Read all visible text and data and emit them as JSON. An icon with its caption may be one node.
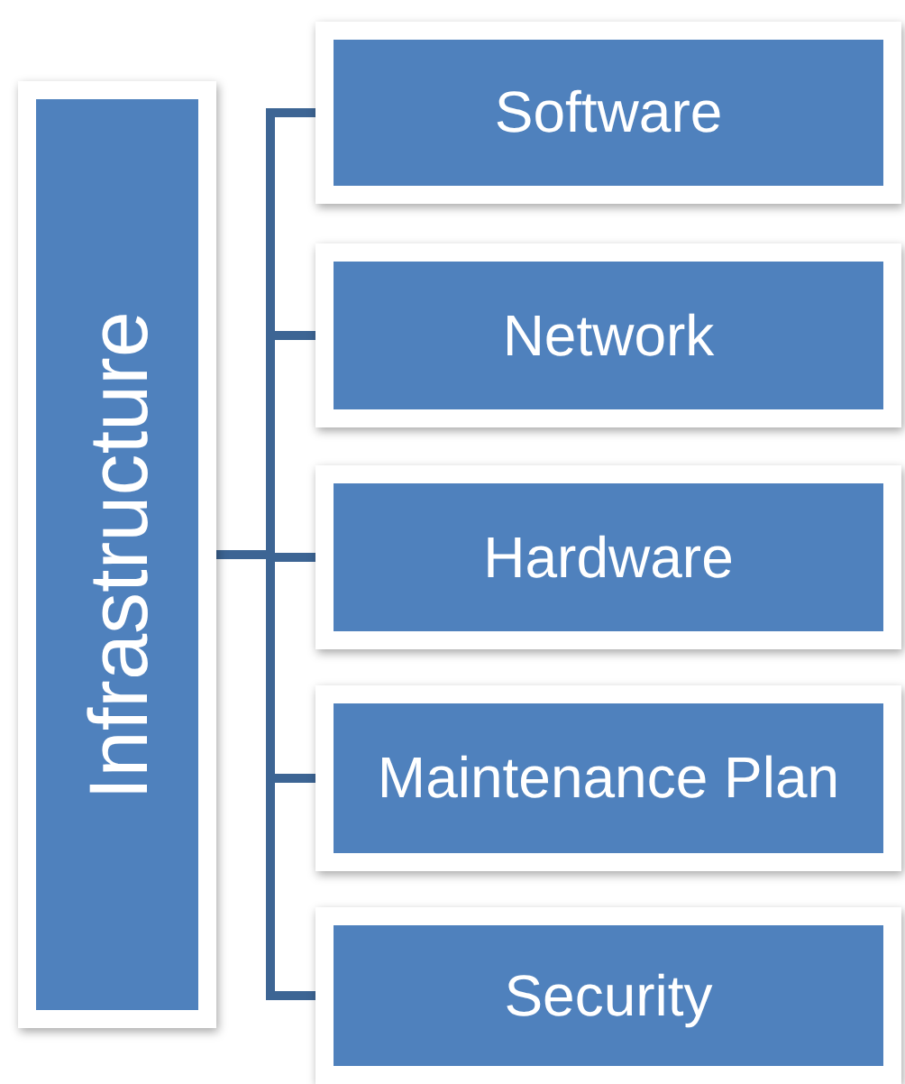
{
  "diagram": {
    "nodes": [
      {
        "text": [
          "Infrastructure"
        ]
      },
      {
        "text": [
          "Software"
        ]
      },
      {
        "text": [
          "Network"
        ]
      },
      {
        "text": [
          "Hardware"
        ]
      },
      {
        "text": [
          "Maintenance Plan"
        ]
      },
      {
        "text": [
          "Security"
        ]
      }
    ],
    "edges": [
      {
        "from": 0,
        "to": 1,
        "arrow": "none"
      },
      {
        "from": 0,
        "to": 2,
        "arrow": "none"
      },
      {
        "from": 0,
        "to": 3,
        "arrow": "none"
      },
      {
        "from": 0,
        "to": 4,
        "arrow": "none"
      },
      {
        "from": 0,
        "to": 5,
        "arrow": "none"
      }
    ]
  }
}
